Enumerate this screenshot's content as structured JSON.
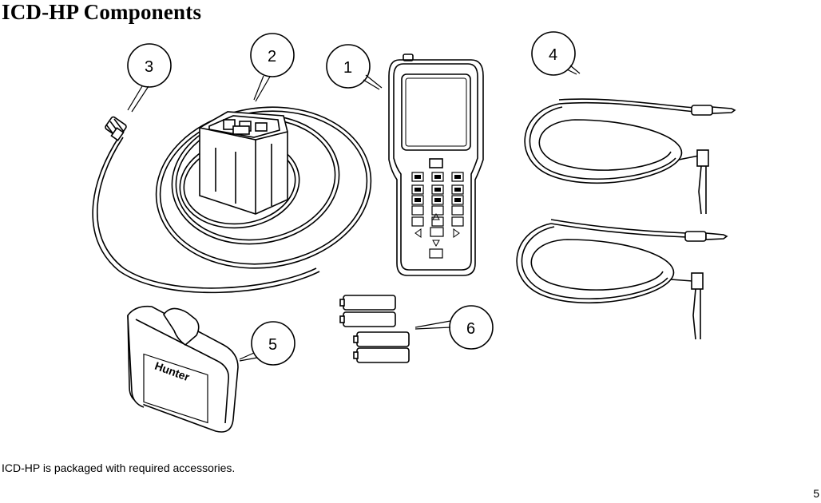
{
  "document": {
    "title": "ICD-HP Components",
    "caption": "ICD-HP is packaged with required accessories.",
    "page_number": "5"
  },
  "callouts": [
    {
      "number": "1",
      "component": "handheld-programmer"
    },
    {
      "number": "2",
      "component": "decoder-adapter-cable"
    },
    {
      "number": "3",
      "component": "cable-connector"
    },
    {
      "number": "4",
      "component": "test-clip-leads"
    },
    {
      "number": "5",
      "component": "carrying-case"
    },
    {
      "number": "6",
      "component": "batteries"
    }
  ],
  "case_logo_text": "Hunter"
}
